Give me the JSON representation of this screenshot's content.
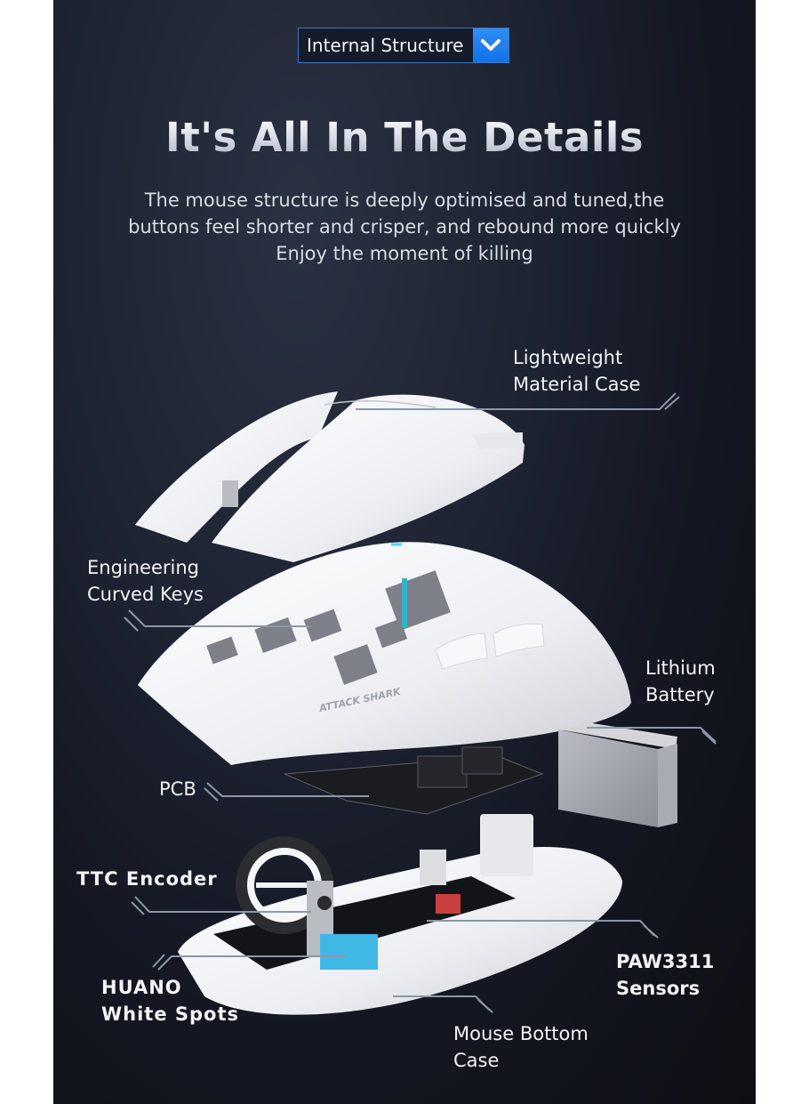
{
  "badge": {
    "label": "Internal Structure",
    "icon": "chevron-down-icon",
    "accent_color": "#1a7ff0",
    "border_color": "#3c74c4"
  },
  "header": {
    "title": "It's All In The Details",
    "subtitle_lines": [
      "The mouse structure is deeply optimised and tuned,the",
      "buttons feel shorter and crisper, and rebound more quickly",
      "Enjoy the moment of killing"
    ]
  },
  "product": {
    "brand_mark": "ATTACK SHARK"
  },
  "callouts": [
    {
      "id": "case",
      "lines": [
        "Lightweight",
        "Material Case"
      ]
    },
    {
      "id": "keys",
      "lines": [
        "Engineering",
        "Curved Keys"
      ]
    },
    {
      "id": "battery",
      "lines": [
        "Lithium",
        "Battery"
      ]
    },
    {
      "id": "pcb",
      "lines": [
        "PCB"
      ]
    },
    {
      "id": "encoder",
      "lines": [
        "TTC Encoder"
      ]
    },
    {
      "id": "switches",
      "lines": [
        "HUANO",
        "White Spots"
      ]
    },
    {
      "id": "sensor",
      "lines": [
        "PAW3311",
        "Sensors"
      ]
    },
    {
      "id": "bottom",
      "lines": [
        "Mouse Bottom",
        "Case"
      ]
    }
  ],
  "colors": {
    "background_top": "#232838",
    "background_bottom": "#0e0f14",
    "leader_line": "#8e97a8",
    "switch_blue": "#3fb8e6"
  }
}
